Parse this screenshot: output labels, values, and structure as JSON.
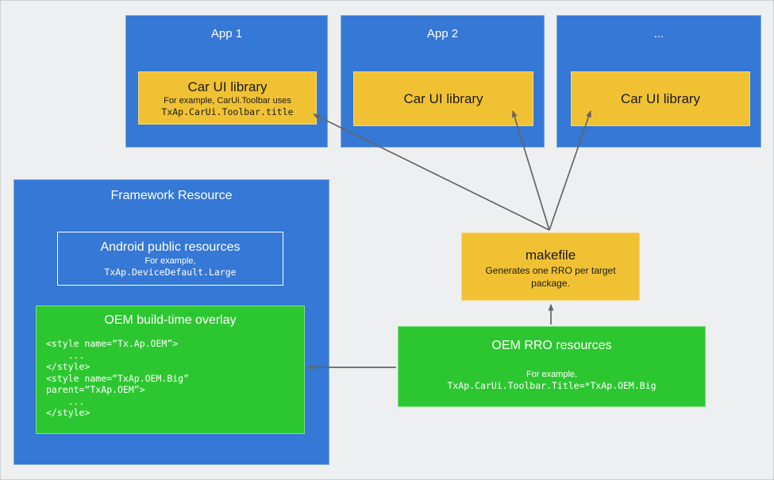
{
  "diagram": {
    "apps": [
      {
        "title": "App 1",
        "library": {
          "title": "Car UI library",
          "example_line1": "For example, CarUi.Toolbar uses",
          "example_line2": "TxAp.CarUi.Toolbar.title"
        }
      },
      {
        "title": "App 2",
        "library": {
          "title": "Car UI library"
        }
      },
      {
        "title": "...",
        "library": {
          "title": "Car UI library"
        }
      }
    ],
    "framework": {
      "title": "Framework Resource",
      "android_public_resources": {
        "title": "Android public resources",
        "example_label": "For example,",
        "example_code": "TxAp.DeviceDefault.Large"
      },
      "oem_build_time_overlay": {
        "title": "OEM build-time overlay",
        "code_lines": [
          "<style name=“Tx.Ap.OEM”>",
          "    ...",
          "</style>",
          "<style name=“TxAp.OEM.Big”",
          "parent=“TxAp.OEM”>",
          "    ...",
          "</style>"
        ]
      }
    },
    "makefile": {
      "title": "makefile",
      "description": "Generates one RRO per target package."
    },
    "oem_rro_resources": {
      "title": "OEM RRO resources",
      "example_label": "For example,",
      "example_code": "TxAp.CarUi.Toolbar.Title=*TxAp.OEM.Big"
    },
    "colors": {
      "app_blue": "#3578d5",
      "accent_yellow": "#f0c233",
      "accent_green": "#2cc730",
      "arrow_gray": "#656565",
      "background": "#eeeff0"
    }
  }
}
